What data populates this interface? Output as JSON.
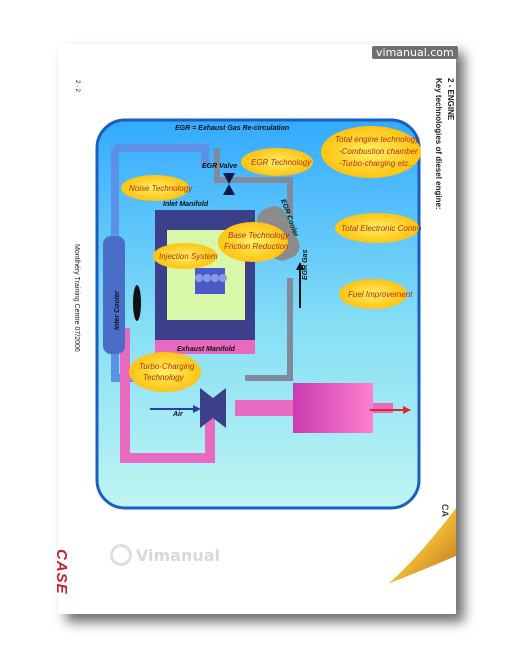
{
  "watermark_top": "vimanual.com",
  "watermark_bottom": "Vimanual",
  "page": {
    "page_number": "2 - 2",
    "footer": "Montlhéry Training Centre 07/2006",
    "logo": "CASE",
    "logo_right": "CA",
    "section_title": "2 - ENGINE",
    "subtitle": "Key technologies of diesel engine:"
  },
  "diagram": {
    "egr_title": "EGR = Exhaust Gas Re-circulation",
    "labels": {
      "egr_valve": "EGR Valve",
      "egr_cooler": "EGR Cooler",
      "egr_gas": "EGR Gas",
      "inlet_manifold": "Inlet Manifold",
      "exhaust_manifold": "Exhaust Manifold",
      "inter_cooler": "Inter Cooler",
      "air": "Air"
    },
    "bubbles": {
      "egr_technology": "EGR Technology",
      "noise_technology": "Noise Technology",
      "base_technology_1": "Base Technology",
      "base_technology_2": "Friction Reduction",
      "injection_system": "Injection System",
      "turbo_1": "Turbo-Charging",
      "turbo_2": "Technology",
      "total_engine_1": "Total engine technology",
      "total_engine_2": "-Combustion chamber",
      "total_engine_3": "-Turbo-charging   etc..",
      "total_electronic": "Total Electronic Control",
      "fuel_improvement": "Fuel Improvement"
    },
    "colors": {
      "background_top": "#33aaff",
      "background_bottom": "#bff4f2",
      "pipe_blue": "#5b92e5",
      "pipe_pink": "#e86ac0",
      "bubble": "#ffcc00",
      "bubble_text": "#b03010",
      "arrow_red": "#e32626"
    }
  }
}
